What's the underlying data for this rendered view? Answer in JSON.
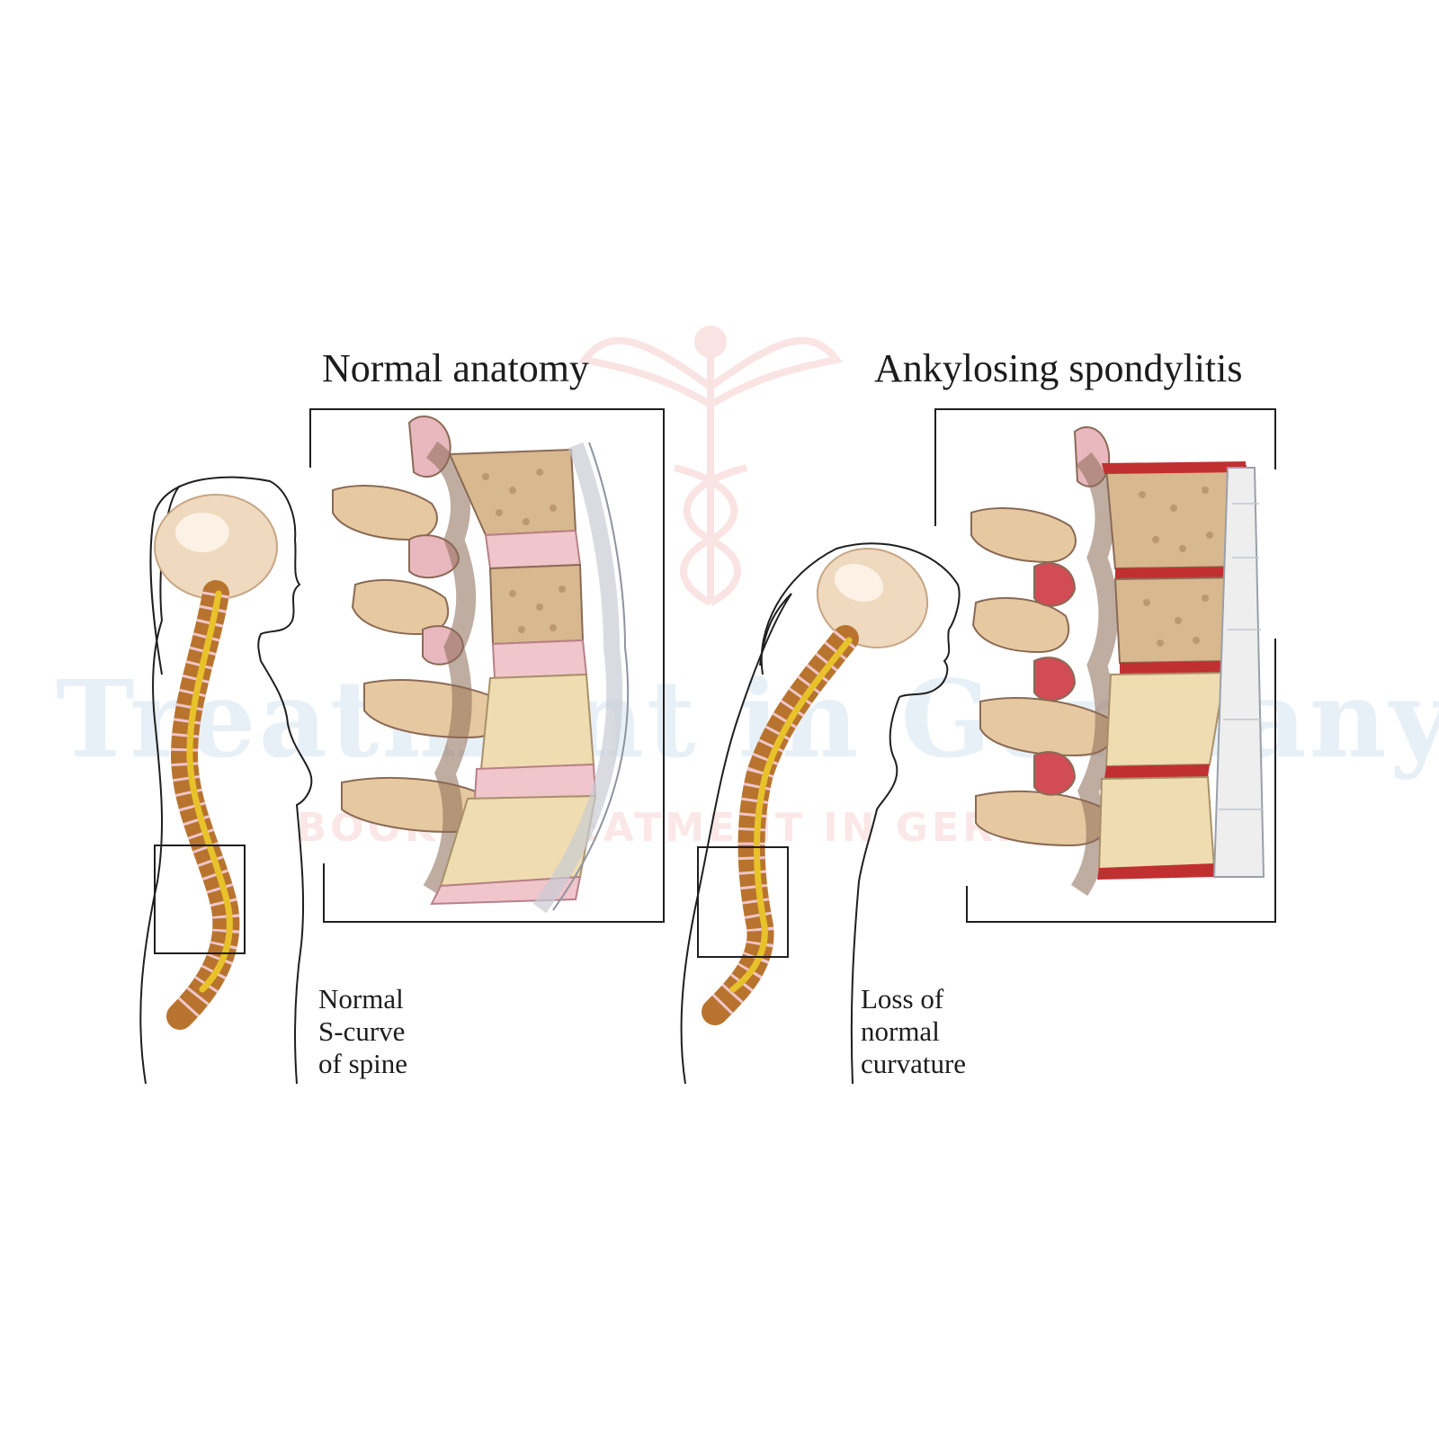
{
  "panels": {
    "left": {
      "title": "Normal anatomy",
      "caption": [
        "Normal",
        "S-curve",
        "of spine"
      ]
    },
    "right": {
      "title": "Ankylosing spondylitis",
      "caption": [
        "Loss of",
        "normal",
        "curvature"
      ]
    }
  },
  "watermark": {
    "main_text": "Treatment in Germany",
    "sub_text": "BOOK A TREATMENT IN GERMANY"
  },
  "colors": {
    "bone": "#e6c9a0",
    "bone_shadow": "#8a6a55",
    "disc_normal": "#f0c6cc",
    "disc_inflamed": "#c03030",
    "spinal_cord": "#e8c22a",
    "vertebra_column": "#b8742e",
    "outline": "#1f1f1f",
    "watermark_blue": "#dde9f3",
    "watermark_pink": "#fbe3e3"
  }
}
